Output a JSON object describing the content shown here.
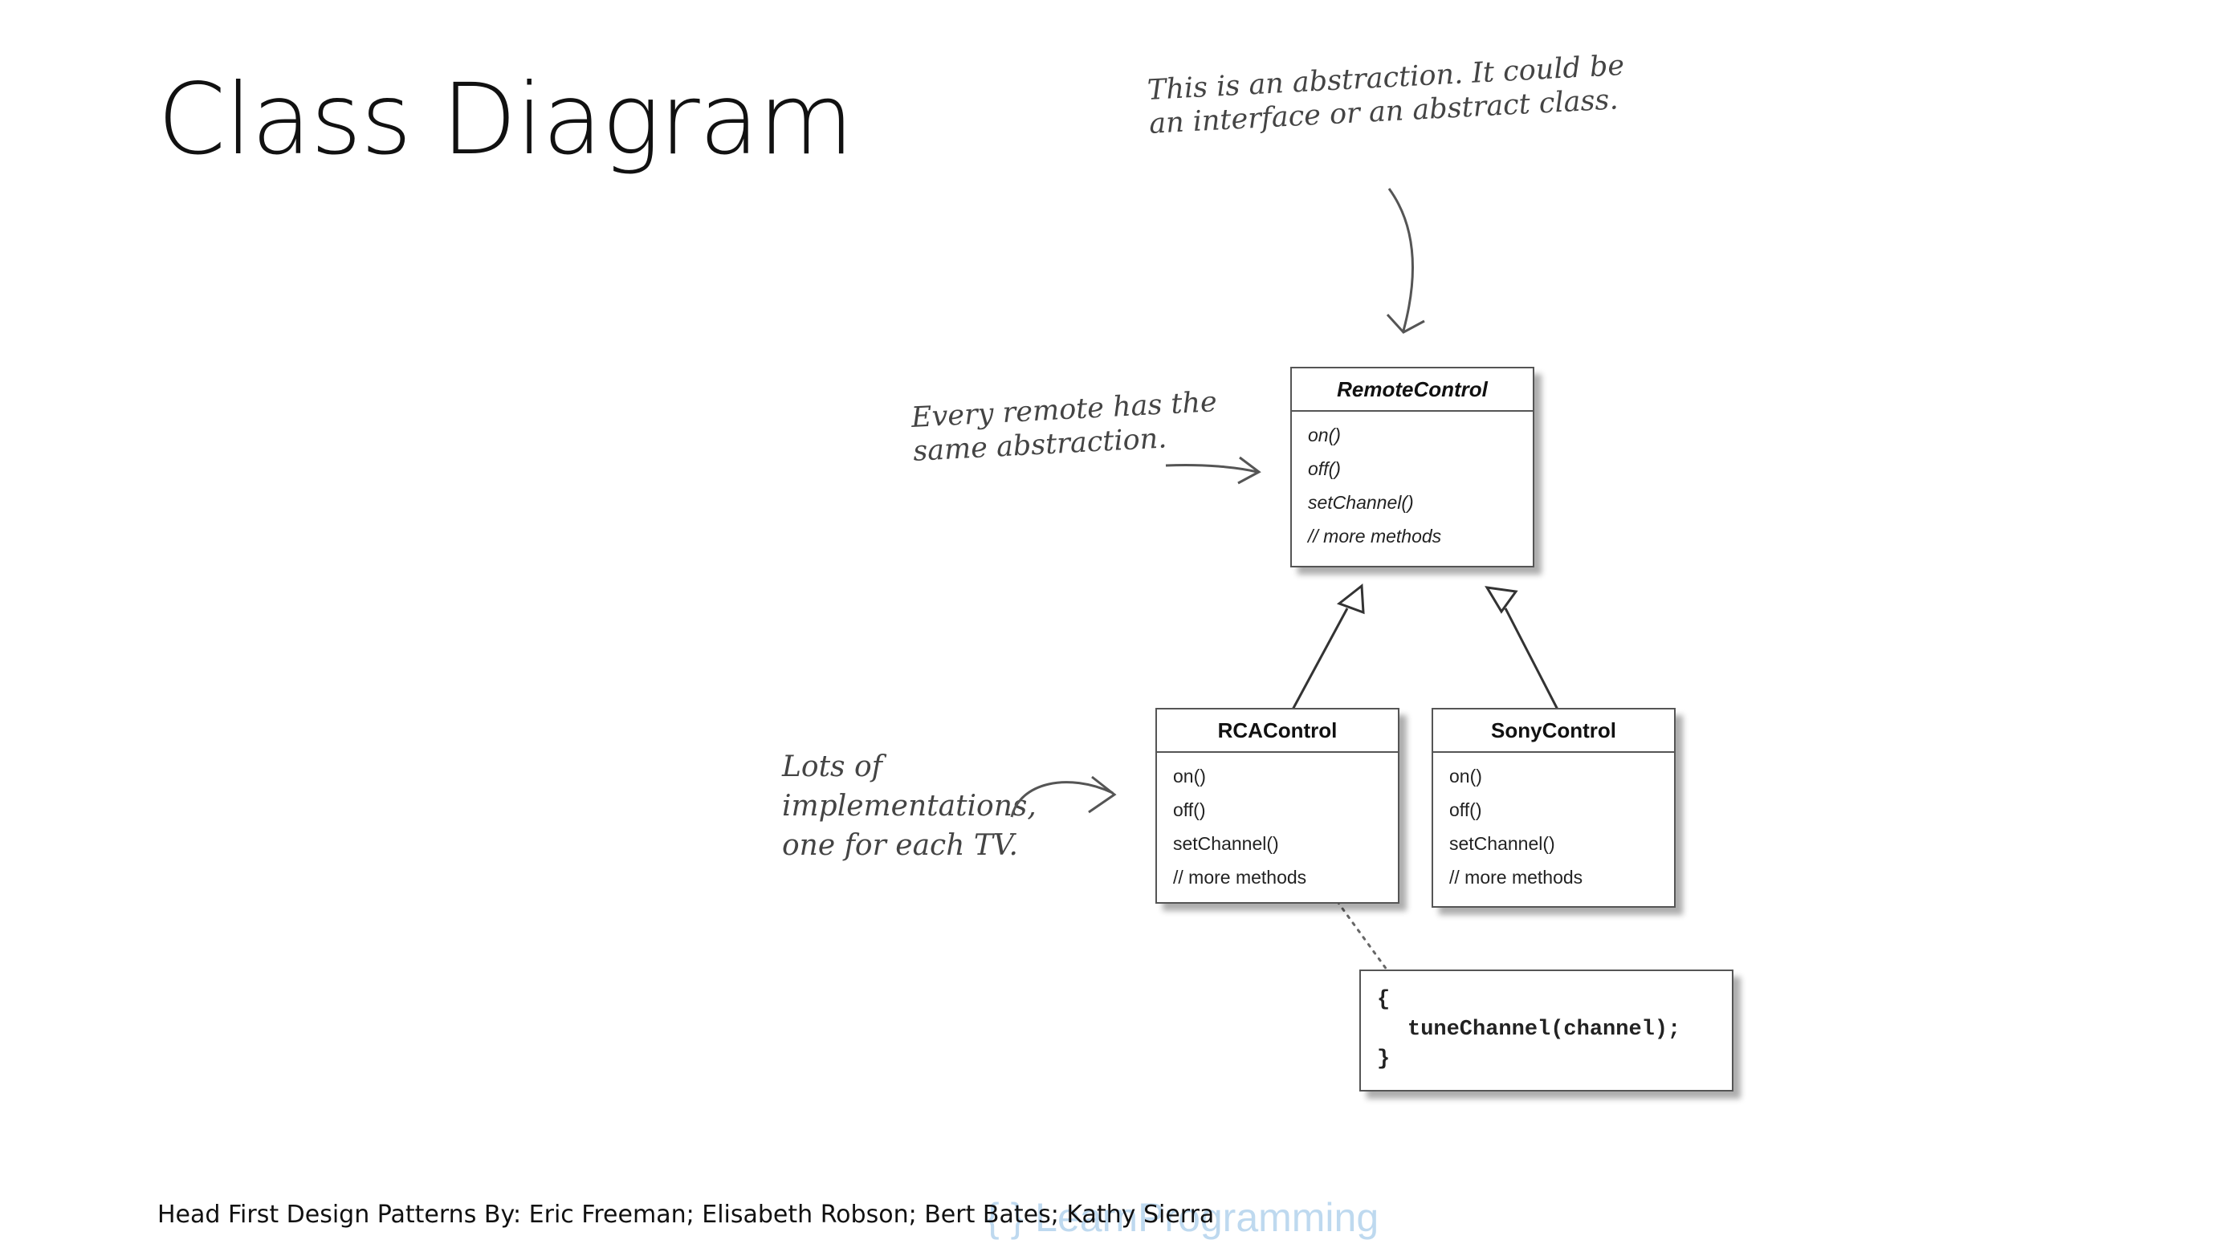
{
  "slide": {
    "title": "Class Diagram",
    "footer": "Head First Design Patterns By: Eric Freeman; Elisabeth Robson; Bert Bates; Kathy Sierra",
    "watermark": "{ } LearnProgramming"
  },
  "annotations": {
    "abstraction": "This is an abstraction. It could be\nan interface or an abstract class.",
    "same_abstraction": "Every remote has the\nsame abstraction.",
    "implementations": "Lots of\nimplementations,\none for each TV."
  },
  "classes": {
    "remote_control": {
      "name": "RemoteControl",
      "methods": [
        "on()",
        "off()",
        "setChannel()",
        "// more methods"
      ]
    },
    "rca_control": {
      "name": "RCAControl",
      "methods": [
        "on()",
        "off()",
        "setChannel()",
        "// more methods"
      ]
    },
    "sony_control": {
      "name": "SonyControl",
      "methods": [
        "on()",
        "off()",
        "setChannel()",
        "// more methods"
      ]
    }
  },
  "code_note": {
    "open": "{",
    "line": "tuneChannel(channel);",
    "close": "}"
  },
  "colors": {
    "box_border": "#555555",
    "annotation": "#444444",
    "watermark": "#a9cdea"
  }
}
